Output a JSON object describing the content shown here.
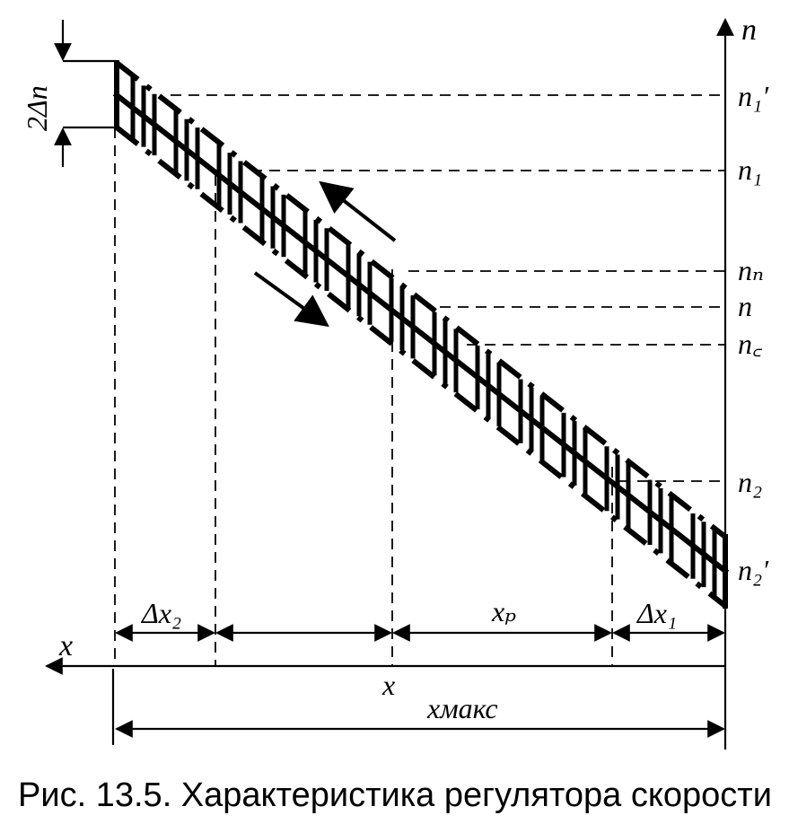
{
  "labels": {
    "n_axis": "n",
    "x_axis": "x",
    "two_delta_n": "2Δn",
    "n1_prime": "n₁′",
    "n1": "n₁",
    "nn": "nₙ",
    "n": "n",
    "nc": "n꜀",
    "n2": "n₂",
    "n2_prime": "n₂′",
    "delta_x2": "Δx₂",
    "xp": "xₚ",
    "delta_x1": "Δx₁",
    "x_point": "x",
    "x_max": "xмакс"
  },
  "caption": "Рис. 13.5. Характеристика регулятора скорости"
}
